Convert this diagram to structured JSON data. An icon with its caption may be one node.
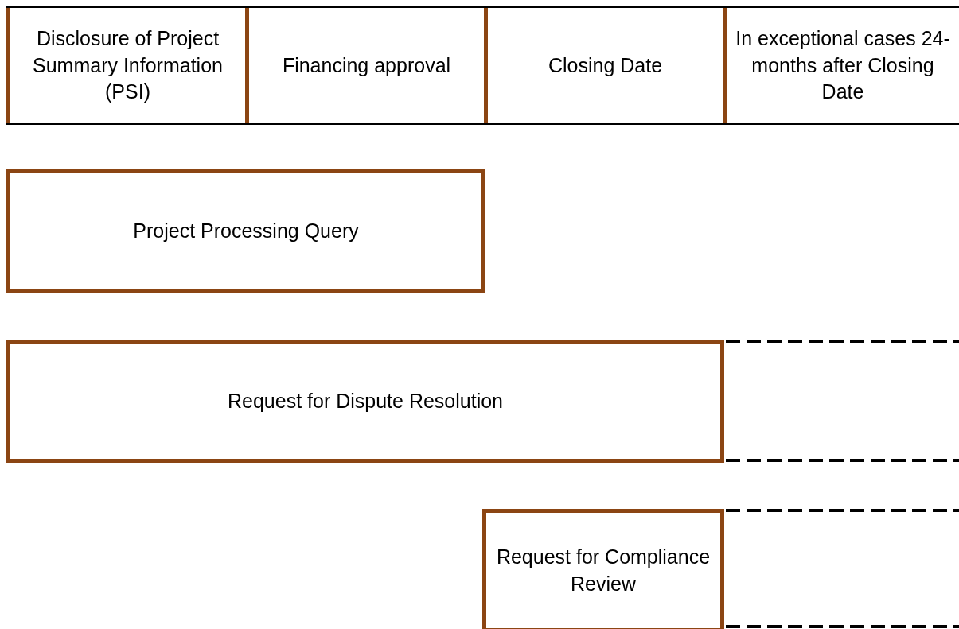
{
  "diagram": {
    "nodes": [
      {
        "text": [
          "Disclosure of Project Summary Information (PSI)"
        ]
      },
      {
        "text": [
          "Financing approval"
        ]
      },
      {
        "text": [
          "Closing Date"
        ]
      },
      {
        "text": [
          "In exceptional cases 24-months after Closing Date"
        ]
      },
      {
        "text": [
          "Project Processing Query"
        ]
      },
      {
        "text": [
          "Request for Dispute Resolution"
        ]
      },
      {
        "text": [
          "Request for Compliance Review"
        ]
      }
    ]
  }
}
